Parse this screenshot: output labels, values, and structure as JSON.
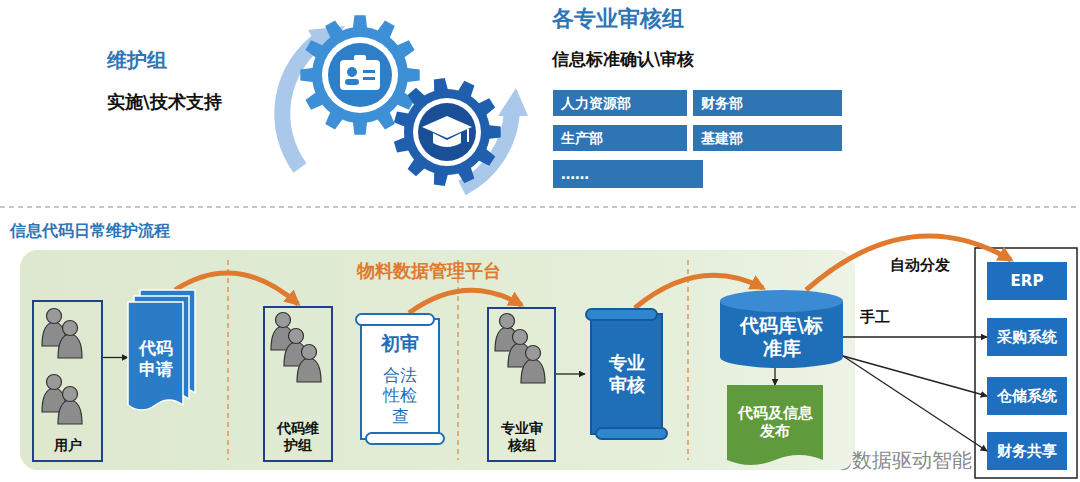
{
  "diagram": {
    "nodes": [
      {
        "text": [
          "人力资源部"
        ]
      },
      {
        "text": [
          "财务部"
        ]
      },
      {
        "text": [
          "生产部"
        ]
      },
      {
        "text": [
          "基建部"
        ]
      },
      {
        "text": [
          "……"
        ]
      },
      {
        "text": [
          "物料数据管理平台"
        ]
      },
      {
        "text": [
          "用户"
        ],
        "in": 5
      },
      {
        "text": [
          "代码申请"
        ],
        "in": 5
      },
      {
        "text": [
          "代码维护组"
        ],
        "in": 5
      },
      {
        "text": [
          "初审",
          "合法性检查"
        ],
        "in": 5
      },
      {
        "text": [
          "专业审核组"
        ],
        "in": 5
      },
      {
        "text": [
          "专业审核"
        ],
        "in": 5
      },
      {
        "text": [
          "代码库\\标准库"
        ],
        "in": 5
      },
      {
        "text": [
          "代码及信息发布"
        ],
        "in": 5
      },
      {
        "text": [
          "ERP"
        ]
      },
      {
        "text": [
          "采购系统"
        ]
      },
      {
        "text": [
          "仓储系统"
        ]
      },
      {
        "text": [
          "财务共享"
        ]
      }
    ],
    "edges": [
      {
        "from": 6,
        "to": 7,
        "arrow": "to"
      },
      {
        "from": 7,
        "to": 8,
        "arrow": "to"
      },
      {
        "from": 9,
        "to": 10,
        "arrow": "to"
      },
      {
        "from": 10,
        "to": 11,
        "arrow": "to"
      },
      {
        "from": 11,
        "to": 12,
        "arrow": "to"
      },
      {
        "from": 12,
        "to": 13,
        "arrow": "to"
      },
      {
        "from": 12,
        "to": 14,
        "label": "自动分发",
        "arrow": "to"
      },
      {
        "from": 12,
        "to": 15,
        "arrow": "to"
      },
      {
        "from": 12,
        "to": 16,
        "arrow": "to"
      },
      {
        "from": 12,
        "to": 17,
        "arrow": "to"
      }
    ],
    "labels": [
      "维护组",
      "实施\\技术支持",
      "各专业审核组",
      "信息标准确认\\审核",
      "信息代码日常维护流程",
      "手工",
      "数据驱动智能"
    ]
  }
}
